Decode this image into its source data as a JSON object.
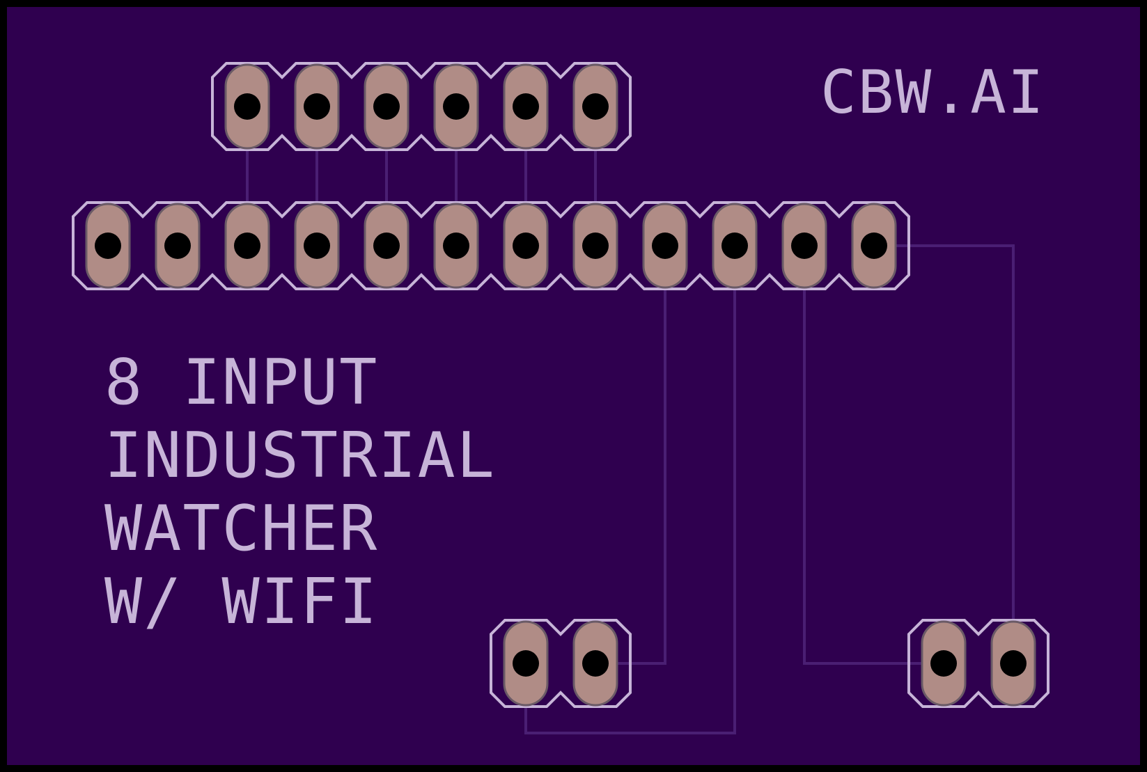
{
  "board": {
    "brand": "CBW.AI",
    "title_lines": [
      "8 INPUT",
      "INDUSTRIAL",
      "WATCHER",
      "W/ WIFI"
    ]
  },
  "colors": {
    "border": "#000000",
    "substrate": "#2f004f",
    "trace": "#4a1f73",
    "pad": "#b08c86",
    "pad_edge": "#6a5a66",
    "silkscreen": "#c7b4d8",
    "drill": "#000000"
  },
  "headers": {
    "top_row_pins": 6,
    "main_row_pins": 12,
    "bottom_left_pins": 2,
    "bottom_right_pins": 2
  }
}
